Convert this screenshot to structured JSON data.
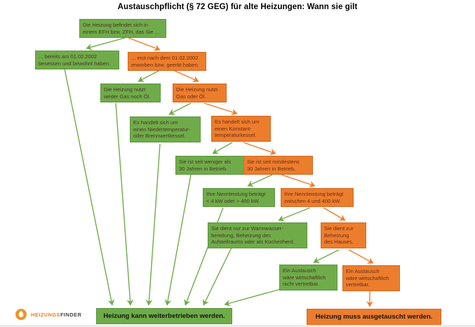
{
  "title": "Austauschpflicht (§ 72 GEG) für alte Heizungen: Wann sie gilt",
  "colors": {
    "green_box": "#6fac49",
    "orange_box": "#ec7d2d",
    "green_arrow": "#6fac49",
    "orange_arrow": "#ec7d2d",
    "logo_orange": "#f09325"
  },
  "flowchart": {
    "nodes": {
      "n1": {
        "type": "green",
        "text": "Die Heizung befindet sich in\neinem EFH bzw. ZFH, das Sie ..."
      },
      "n2": {
        "type": "green",
        "text": "... bereits am 01.02.2002\nbesessen und bewohnt haben."
      },
      "n3": {
        "type": "orange",
        "text": "... erst nach dem 01.02.2002\nerworben bzw. geerbt haben."
      },
      "n4": {
        "type": "green",
        "text": "Die Heizung nutzt\nweder Gas noch Öl."
      },
      "n5": {
        "type": "orange",
        "text": "Die Heizung nutzt\nGas oder Öl."
      },
      "n6": {
        "type": "green",
        "text": "Es handelt sich um\neinen Niedertemperatur-\noder Brennwertkessel."
      },
      "n7": {
        "type": "orange",
        "text": "Es handelt sich um\neinen Konstant-\ntemperaturkessel."
      },
      "n8": {
        "type": "green",
        "text": "Sie ist seit weniger als\n30 Jahren in Betrieb."
      },
      "n9": {
        "type": "orange",
        "text": "Sie ist seit mindestens\n30 Jahren in Betrieb."
      },
      "n10": {
        "type": "green",
        "text": "Ihre Nennleistung beträgt\n< 4 kW oder > 400 kW."
      },
      "n11": {
        "type": "orange",
        "text": "Ihre Nennleistung beträgt\nzwischen 4 und 400 kW."
      },
      "n12": {
        "type": "green",
        "text": "Sie dient nur zur Warmwasser-\nbereitung, Beheizung des\nAufstellraums oder als Küchenherd."
      },
      "n13": {
        "type": "orange",
        "text": "Sie dient zur\nBeheizung\ndes Hauses."
      },
      "n14": {
        "type": "green",
        "text": "Ein Austausch\nwäre wirtschaftlich\nnicht vertretbar."
      },
      "n15": {
        "type": "orange",
        "text": "Ein Austausch\nwäre wirtschaftlich\nvertretbar."
      },
      "result_green": {
        "type": "green-result",
        "text": "Heizung kann weiterbetrieben werden."
      },
      "result_orange": {
        "type": "orange-result",
        "text": "Heizung muss ausgetauscht werden."
      }
    },
    "edges": [
      {
        "from": "n1",
        "to": "n2",
        "color": "green"
      },
      {
        "from": "n1",
        "to": "n3",
        "color": "orange"
      },
      {
        "from": "n3",
        "to": "n4",
        "color": "green"
      },
      {
        "from": "n3",
        "to": "n5",
        "color": "orange"
      },
      {
        "from": "n5",
        "to": "n6",
        "color": "green"
      },
      {
        "from": "n5",
        "to": "n7",
        "color": "orange"
      },
      {
        "from": "n7",
        "to": "n8",
        "color": "green"
      },
      {
        "from": "n7",
        "to": "n9",
        "color": "orange"
      },
      {
        "from": "n9",
        "to": "n10",
        "color": "green"
      },
      {
        "from": "n9",
        "to": "n11",
        "color": "orange"
      },
      {
        "from": "n11",
        "to": "n12",
        "color": "green"
      },
      {
        "from": "n11",
        "to": "n13",
        "color": "orange"
      },
      {
        "from": "n13",
        "to": "n14",
        "color": "green"
      },
      {
        "from": "n13",
        "to": "n15",
        "color": "orange"
      },
      {
        "from": "n2",
        "to": "result_green",
        "color": "green"
      },
      {
        "from": "n4",
        "to": "result_green",
        "color": "green"
      },
      {
        "from": "n6",
        "to": "result_green",
        "color": "green"
      },
      {
        "from": "n8",
        "to": "result_green",
        "color": "green"
      },
      {
        "from": "n10",
        "to": "result_green",
        "color": "green"
      },
      {
        "from": "n12",
        "to": "result_green",
        "color": "green"
      },
      {
        "from": "n14",
        "to": "result_green",
        "color": "green"
      },
      {
        "from": "n15",
        "to": "result_orange",
        "color": "orange"
      }
    ]
  },
  "footer": {
    "logo_text_primary": "HEIZUNGS",
    "logo_text_secondary": "FINDER"
  }
}
